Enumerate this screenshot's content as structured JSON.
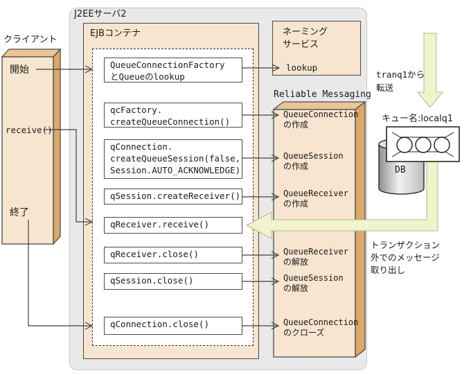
{
  "server": {
    "title": "J2EEサーバ2"
  },
  "client": {
    "title": "クライアント",
    "start": "開始",
    "receive": "receive()",
    "end": "終了"
  },
  "ejb": {
    "title": "EJBコンテナ",
    "steps": [
      {
        "lines": [
          "QueueConnectionFactory",
          "とQueueのlookup"
        ]
      },
      {
        "lines": [
          "qcFactory.",
          "createQueueConnection()"
        ]
      },
      {
        "lines": [
          "qConnection.",
          "createQueueSession(false,",
          "Session.AUTO_ACKNOWLEDGE)"
        ]
      },
      {
        "lines": [
          "qSession.createReceiver()"
        ]
      },
      {
        "lines": [
          "qReceiver.receive()"
        ]
      },
      {
        "lines": [
          "qReceiver.close()"
        ]
      },
      {
        "lines": [
          "qSession.close()"
        ]
      },
      {
        "lines": [
          "qConnection.close()"
        ]
      }
    ]
  },
  "naming": {
    "title_lines": [
      "ネーミング",
      "サービス"
    ],
    "lookup": "lookup"
  },
  "reliable": {
    "title": "Reliable Messaging",
    "actions": [
      {
        "lines": [
          "QueueConnection",
          "の作成"
        ]
      },
      {
        "lines": [
          "QueueSession",
          "の作成"
        ]
      },
      {
        "lines": [
          "QueueReceiver",
          "の作成"
        ]
      },
      {
        "lines": [
          "QueueReceiver",
          "の解放"
        ]
      },
      {
        "lines": [
          "QueueSession",
          "の解放"
        ]
      },
      {
        "lines": [
          "QueueConnection",
          "のクローズ"
        ]
      }
    ]
  },
  "queue": {
    "transfer_lines": [
      "tranq1から",
      "転送"
    ],
    "name_label": "キュー名:localq1",
    "db": "DB",
    "note_lines": [
      "トランザクション",
      "外でのメッセージ",
      "取り出し"
    ]
  },
  "colors": {
    "container_gray": "#e9e9e9",
    "box_peach": "#f7e5cf",
    "box_side_tan": "#dca76a",
    "box_top_tan": "#eac597",
    "arrow_yellow": "#f1f3ca",
    "line_dark": "#404040"
  }
}
